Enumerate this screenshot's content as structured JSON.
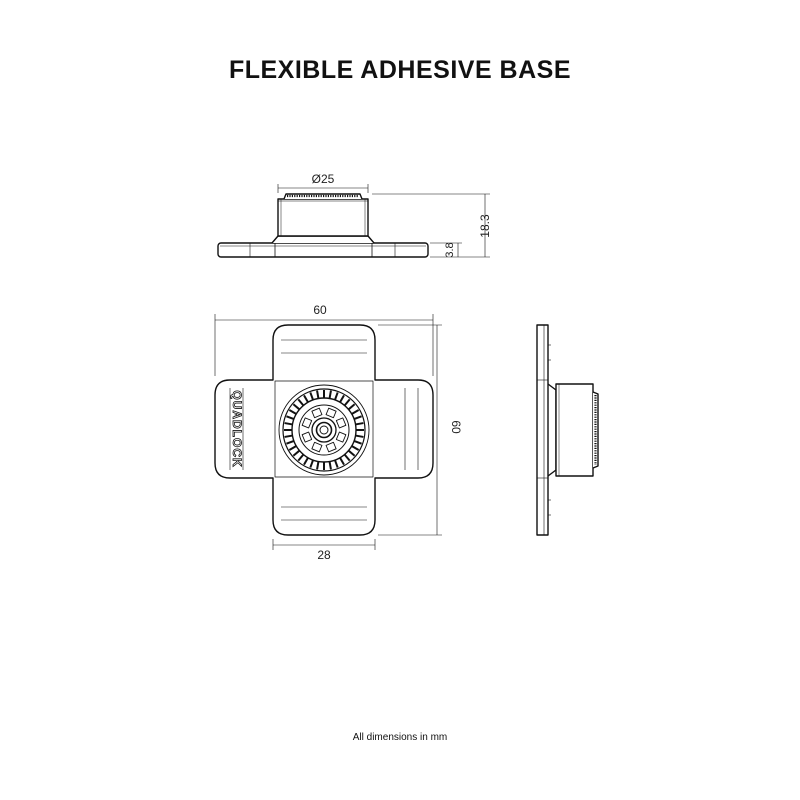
{
  "title": "FLEXIBLE ADHESIVE BASE",
  "footnote": "All dimensions in mm",
  "logo_text": "QUADLOCK",
  "dimensions": {
    "top_diameter": "Ø25",
    "total_height": "18.3",
    "base_thickness": "3.8",
    "width": "60",
    "height": "60",
    "arm_width": "28"
  }
}
